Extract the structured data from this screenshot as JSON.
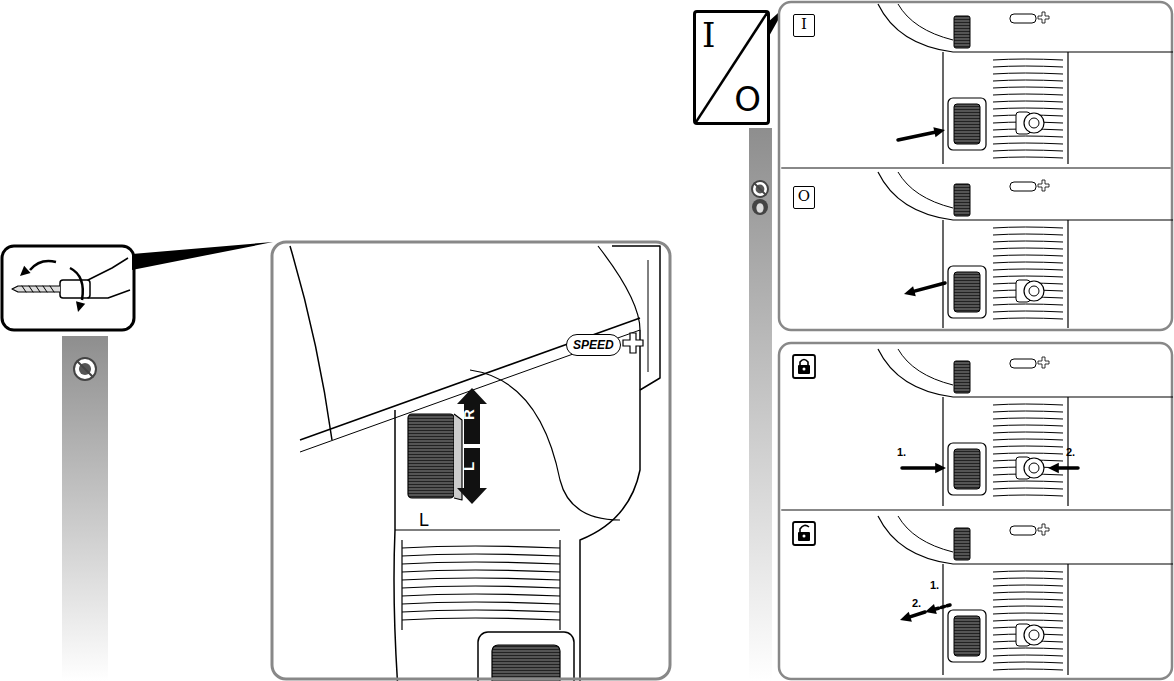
{
  "diagram": {
    "nodes": [
      {
        "text": [
          "I",
          "O"
        ]
      },
      {
        "text": [
          "I"
        ]
      },
      {
        "text": [
          "O"
        ]
      }
    ],
    "labels": [
      "R",
      "L",
      "L",
      "SPEED",
      "1.",
      "2.",
      "1.",
      "2."
    ]
  }
}
